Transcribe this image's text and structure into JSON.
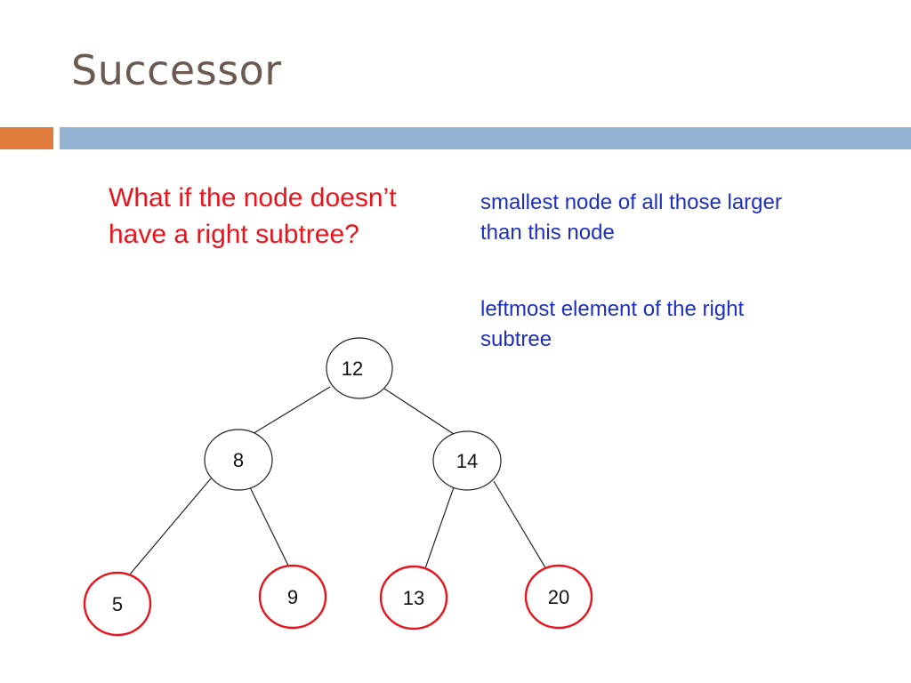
{
  "title": "Successor",
  "question": "What if the node doesn’t have a right subtree?",
  "notes": [
    "smallest node of all those larger than this node",
    "leftmost element of the right subtree"
  ],
  "colors": {
    "title": "#6b5a52",
    "accent_bar": "#e07b3c",
    "main_bar": "#93b4d4",
    "question": "#e8141c",
    "notes": "#1d2fbf",
    "highlight_stroke": "#e8141c",
    "normal_stroke": "#222222"
  },
  "tree": {
    "nodes": [
      {
        "id": "n12",
        "label": "12",
        "highlight": false
      },
      {
        "id": "n8",
        "label": "8",
        "highlight": false
      },
      {
        "id": "n14",
        "label": "14",
        "highlight": false
      },
      {
        "id": "n5",
        "label": "5",
        "highlight": true
      },
      {
        "id": "n9",
        "label": "9",
        "highlight": true
      },
      {
        "id": "n13",
        "label": "13",
        "highlight": true
      },
      {
        "id": "n20",
        "label": "20",
        "highlight": true
      }
    ],
    "edges": [
      [
        "n12",
        "n8"
      ],
      [
        "n12",
        "n14"
      ],
      [
        "n8",
        "n5"
      ],
      [
        "n8",
        "n9"
      ],
      [
        "n14",
        "n13"
      ],
      [
        "n14",
        "n20"
      ]
    ]
  }
}
